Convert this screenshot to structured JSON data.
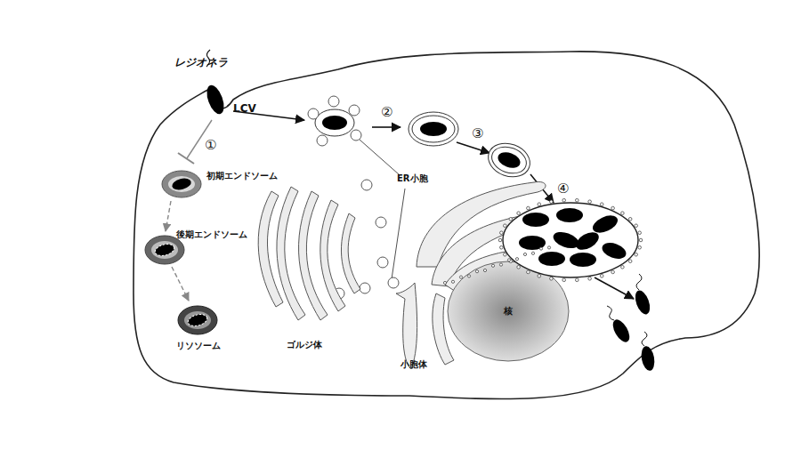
{
  "diagram": {
    "nodes": [
      {
        "text": [
          "核"
        ]
      }
    ],
    "edges": [],
    "labels": [
      "レジオネラ",
      "LCV",
      "①",
      "②",
      "③",
      "④",
      "初期エンドソーム",
      "後期エンドソーム",
      "リソソーム",
      "ER小胞",
      "ゴルジ体",
      "小胞体"
    ]
  }
}
